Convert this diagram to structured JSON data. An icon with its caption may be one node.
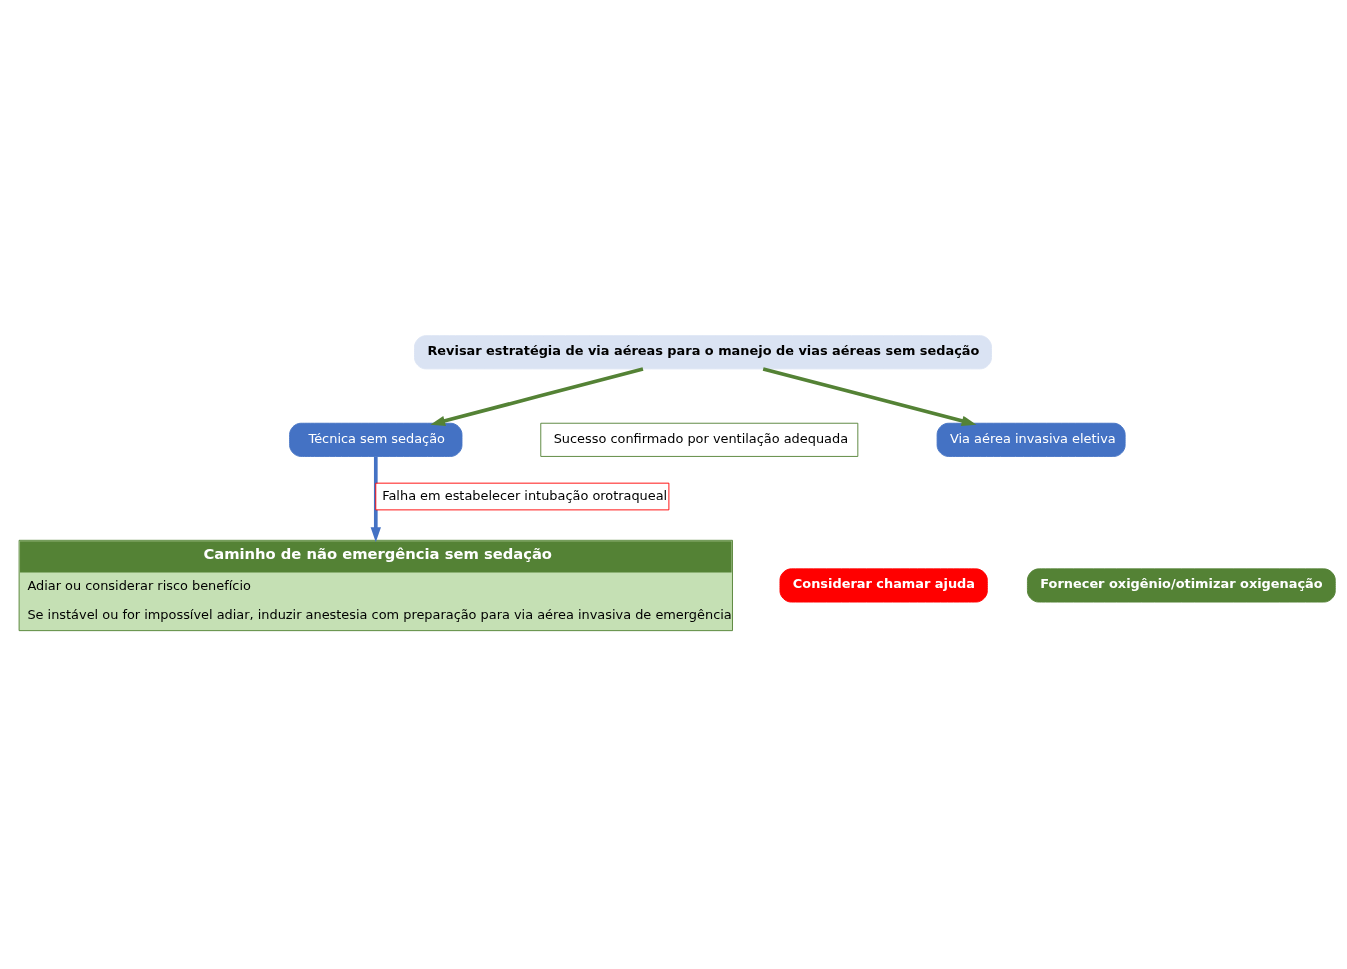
{
  "diagram": {
    "nodes": [
      {
        "text": [
          "Revisar estratégia de via aéreas para o manejo de vias aéreas sem sedação"
        ]
      },
      {
        "text": [
          "Técnica sem sedação"
        ]
      },
      {
        "text": [
          "Via aérea invasiva eletiva"
        ]
      },
      {
        "text": [
          "Sucesso confirmado por ventilação adequada"
        ]
      },
      {
        "text": [
          "Caminho de não emergência sem sedação",
          "Adiar ou considerar risco benefício",
          "Se instável ou for impossível adiar, induzir anestesia com preparação para via aérea invasiva de emergência"
        ]
      },
      {
        "text": [
          "Considerar chamar ajuda"
        ]
      },
      {
        "text": [
          "Fornecer oxigênio/otimizar oxigenação"
        ]
      }
    ],
    "edges": [
      {
        "from": 0,
        "to": 1,
        "arrow": "to"
      },
      {
        "from": 0,
        "to": 2,
        "arrow": "to"
      },
      {
        "from": 1,
        "to": 4,
        "arrow": "to",
        "label": "Falha em estabelecer intubação orotraqueal",
        "color": "#4472c4"
      }
    ]
  }
}
